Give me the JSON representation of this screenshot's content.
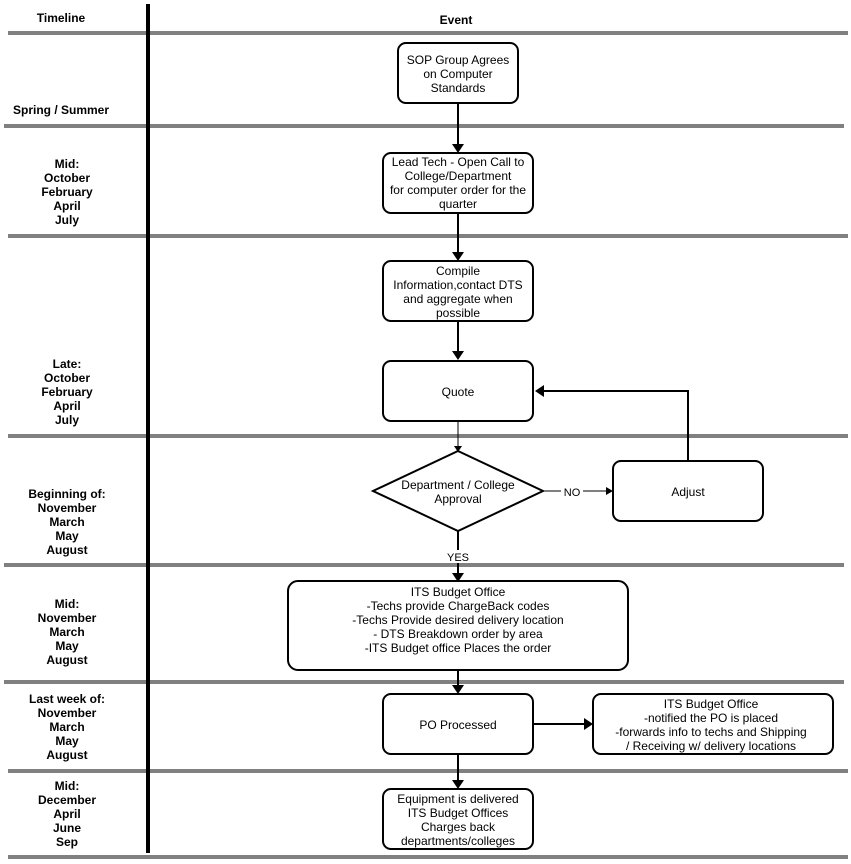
{
  "headers": {
    "timeline": "Timeline",
    "event": "Event"
  },
  "timeline": [
    {
      "id": "lane-1",
      "lines": [
        "Spring / Summer"
      ]
    },
    {
      "id": "lane-2",
      "lines": [
        "Mid:",
        "October",
        "February",
        "April",
        "July"
      ]
    },
    {
      "id": "lane-3",
      "lines": [
        "Late:",
        "October",
        "February",
        "April",
        "July"
      ]
    },
    {
      "id": "lane-4",
      "lines": [
        "Beginning of:",
        "November",
        "March",
        "May",
        "August"
      ]
    },
    {
      "id": "lane-5",
      "lines": [
        "Mid:",
        "November",
        "March",
        "May",
        "August"
      ]
    },
    {
      "id": "lane-6",
      "lines": [
        "Last week of:",
        "November",
        "March",
        "May",
        "August"
      ]
    },
    {
      "id": "lane-7",
      "lines": [
        "Mid:",
        "December",
        "April",
        "June",
        "Sep"
      ]
    }
  ],
  "nodes": {
    "sop": {
      "lines": [
        "SOP Group Agrees",
        "on Computer",
        "Standards"
      ]
    },
    "lead": {
      "lines": [
        "Lead Tech - Open Call to",
        "College/Department",
        "for computer order for the",
        "quarter"
      ]
    },
    "compile": {
      "lines": [
        "Compile",
        "Information,contact DTS",
        "and aggregate when",
        "possible"
      ]
    },
    "quote": {
      "lines": [
        "Quote"
      ]
    },
    "approval": {
      "lines": [
        "Department / College",
        "Approval"
      ]
    },
    "adjust": {
      "lines": [
        "Adjust"
      ]
    },
    "budget": {
      "lines": [
        "ITS Budget Office",
        "-Techs provide ChargeBack codes",
        "-Techs Provide desired delivery location",
        "- DTS Breakdown order by area",
        "-ITS Budget office Places the order"
      ]
    },
    "po": {
      "lines": [
        "PO Processed"
      ]
    },
    "notify": {
      "lines": [
        "ITS Budget Office",
        "-notified the PO is placed",
        "-forwards info to techs and Shipping",
        "/ Receiving w/ delivery locations"
      ]
    },
    "delivered": {
      "lines": [
        "Equipment is delivered",
        "ITS Budget Offices",
        "Charges back",
        "departments/colleges"
      ]
    }
  },
  "edge_labels": {
    "no": "NO",
    "yes": "YES"
  }
}
